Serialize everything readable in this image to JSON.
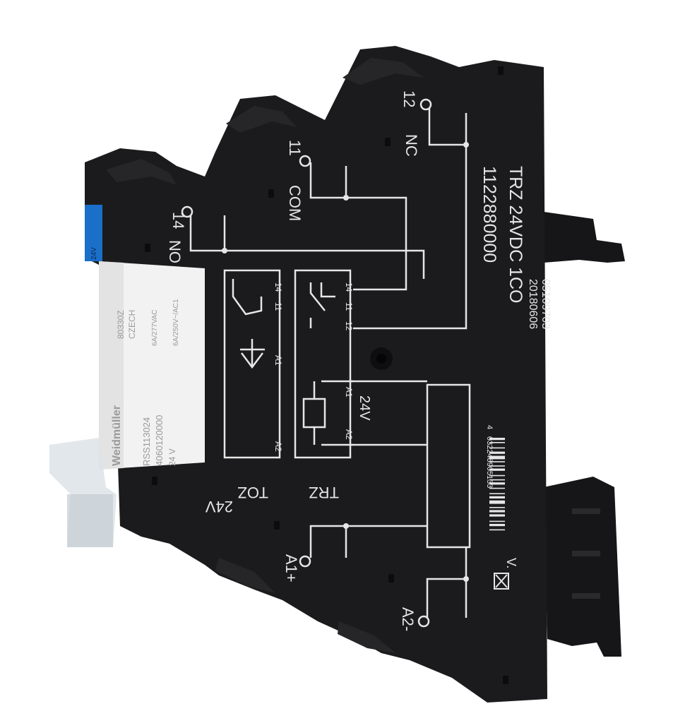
{
  "product": {
    "model": "TRZ 24VDC 1CO",
    "article_number": "1122880000",
    "code_1": "05109703",
    "code_2": "20180606",
    "barcode_digits_1": "4",
    "barcode_digits_2": "032248905133",
    "version_label": "V."
  },
  "terminals": {
    "t14": "14",
    "no": "NO",
    "t11": "11",
    "com": "COM",
    "t12": "12",
    "nc": "NC",
    "a1": "A1+",
    "a2": "A2-",
    "supply": "24V"
  },
  "schematic": {
    "toz": "TOZ",
    "trz": "TRZ",
    "contact_14": "14",
    "contact_11": "11",
    "contact_12": "12",
    "coil_a1": "A1",
    "coil_a2": "A2",
    "coil_voltage": "24V",
    "toz_14": "14",
    "toz_11": "11",
    "toz_a1": "A1",
    "toz_a2": "A2"
  },
  "relay": {
    "brand": "Weidmüller",
    "part": "RSS113024",
    "number": "4060120000",
    "voltage": "24 V",
    "country_code": "80330Z",
    "country": "CZECH",
    "rating_1": "6A/277VAC",
    "rating_2": "6A/250V~/AC1",
    "tab_label": "24V"
  },
  "colors": {
    "housing": "#1b1b1d",
    "print": "#e6e6e6",
    "relay_body": "#f2f2f2",
    "tab_blue": "#1a6fc9"
  }
}
